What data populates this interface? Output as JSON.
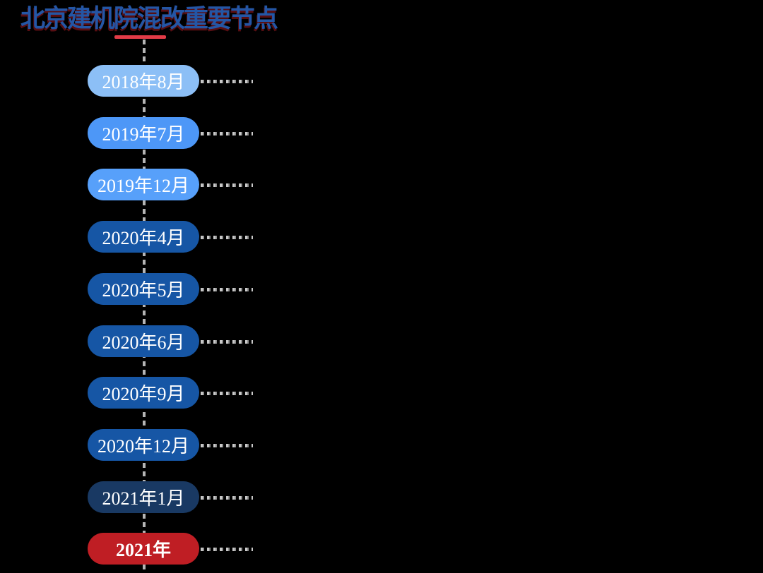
{
  "page": {
    "background_color": "#000000"
  },
  "header": {
    "title": "北京建机院混改重要节点",
    "title_color": "#2456A5",
    "title_shadow_color": "#C41E28",
    "underline_color": "#E23B47"
  },
  "timeline": {
    "axis_color": "#B5B5B5",
    "connector_color": "#B0B0B0",
    "label_color": "#FFFFFF",
    "nodes": [
      {
        "label": "2018年8月",
        "color": "#8CBFF6",
        "bold": false
      },
      {
        "label": "2019年7月",
        "color": "#4D97F7",
        "bold": false
      },
      {
        "label": "2019年12月",
        "color": "#57A0FA",
        "bold": false
      },
      {
        "label": "2020年4月",
        "color": "#1656A5",
        "bold": false
      },
      {
        "label": "2020年5月",
        "color": "#1656A5",
        "bold": false
      },
      {
        "label": "2020年6月",
        "color": "#1656A5",
        "bold": false
      },
      {
        "label": "2020年9月",
        "color": "#1656A5",
        "bold": false
      },
      {
        "label": "2020年12月",
        "color": "#1656A5",
        "bold": false
      },
      {
        "label": "2021年1月",
        "color": "#193963",
        "bold": false
      },
      {
        "label": "2021年",
        "color": "#BF1E24",
        "bold": true
      }
    ]
  }
}
